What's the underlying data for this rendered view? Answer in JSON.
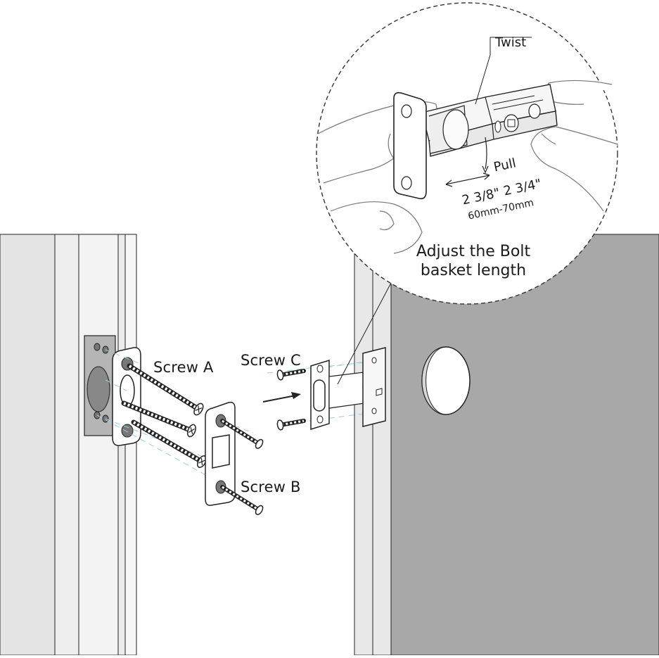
{
  "labels": {
    "twist": "Twist",
    "pull": "Pull",
    "dim_short": "2 3/8\"",
    "dim_long": "2 3/4\"",
    "range": "60mm-70mm",
    "caption_line1": "Adjust the Bolt",
    "caption_line2": "basket length",
    "screw_a": "Screw A",
    "screw_b": "Screw B",
    "screw_c": "Screw C"
  },
  "colors": {
    "door_gray": "#a8a8a8",
    "frame_light": "#e6e6e6",
    "line": "#222222",
    "guide_blue": "#9ccbe6",
    "zoom_circle": "#333333"
  }
}
